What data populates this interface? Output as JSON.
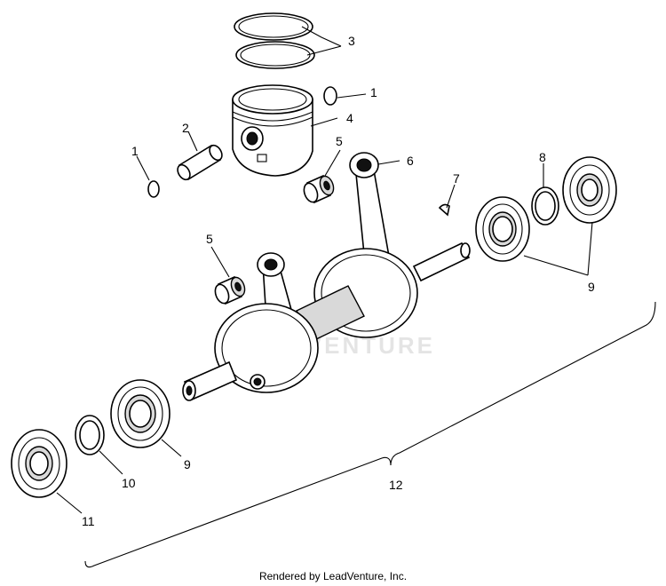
{
  "callouts": {
    "c3": "3",
    "c1_top": "1",
    "c4": "4",
    "c2": "2",
    "c1_left": "1",
    "c5_top": "5",
    "c6": "6",
    "c7": "7",
    "c8": "8",
    "c5_mid": "5",
    "c9_right": "9",
    "c9_left": "9",
    "c10": "10",
    "c11": "11",
    "c12": "12"
  },
  "watermark": "LEADVENTURE",
  "footer": {
    "credit": "Rendered by LeadVenture, Inc."
  }
}
